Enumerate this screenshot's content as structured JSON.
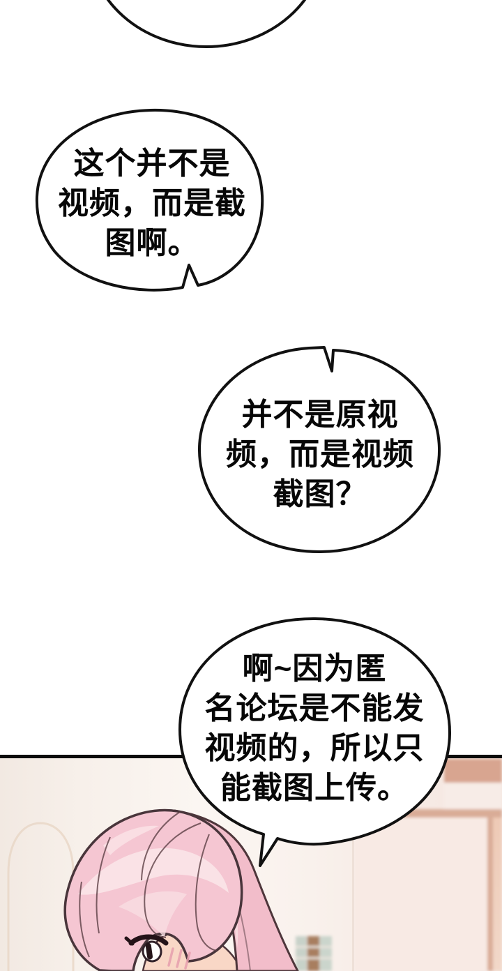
{
  "bubbles": {
    "top_partial": {
      "text": ""
    },
    "b1": {
      "text": "这个并不是\n视频，而是截\n图啊。"
    },
    "b2": {
      "text": "并不是原视\n频，而是视频\n截图？"
    },
    "b3": {
      "text": "啊~因为匿\n名论坛是不能发\n视频的，所以只\n能截图上传。"
    }
  },
  "colors": {
    "bubble_fill": "#ffffff",
    "bubble_stroke": "#111111",
    "text": "#070707",
    "panel_border": "#0c0c0c",
    "hair_pink": "#f5c6d2",
    "hair_strand_pink": "#f2bdca",
    "hair_highlight": "#fae2e6",
    "skin": "#f9d7c6",
    "blush": "#e79fae",
    "wall_cream": "#f2e9e2",
    "wall_white": "#fbf6f2",
    "wall_tan_band": "#d8a590",
    "door_panel": "#f8eae4"
  }
}
